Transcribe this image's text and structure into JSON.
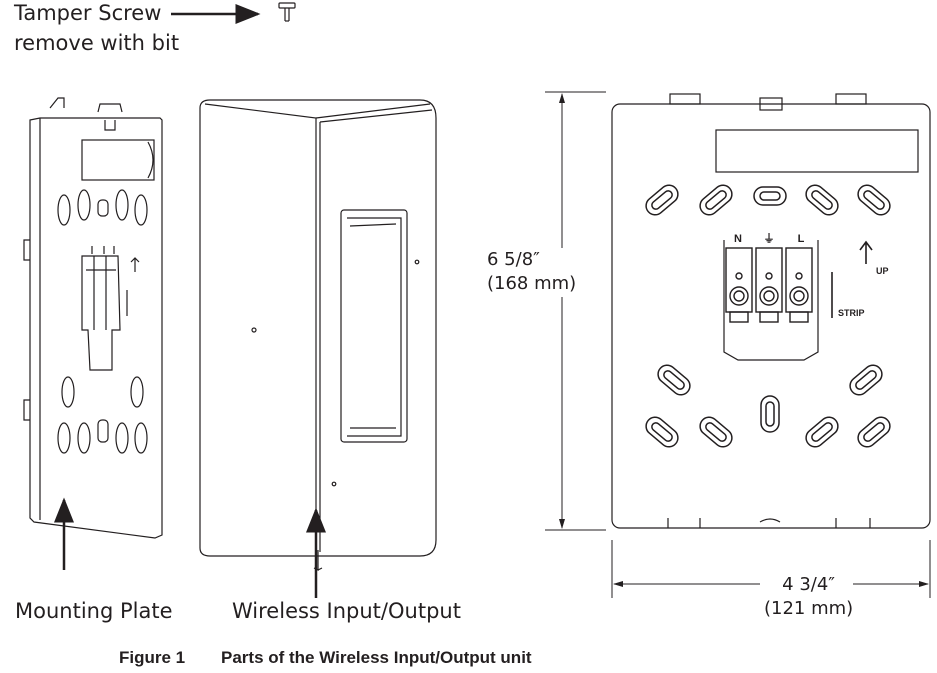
{
  "labels": {
    "tamper_screw_line1": "Tamper Screw",
    "tamper_screw_line2": "remove with bit",
    "mounting_plate": "Mounting Plate",
    "wireless_io": "Wireless Input/Output"
  },
  "dimensions": {
    "height_in": "6 5/8″",
    "height_mm": "(168 mm)",
    "width_in": "4 3/4″",
    "width_mm": "(121 mm)"
  },
  "terminals": {
    "neutral": "N",
    "ground": "⏚",
    "line": "L",
    "up": "UP",
    "strip": "STRIP"
  },
  "caption": {
    "number": "Figure 1",
    "text": "Parts of the Wireless Input/Output unit"
  },
  "colors": {
    "line": "#231f20",
    "background": "#ffffff"
  }
}
